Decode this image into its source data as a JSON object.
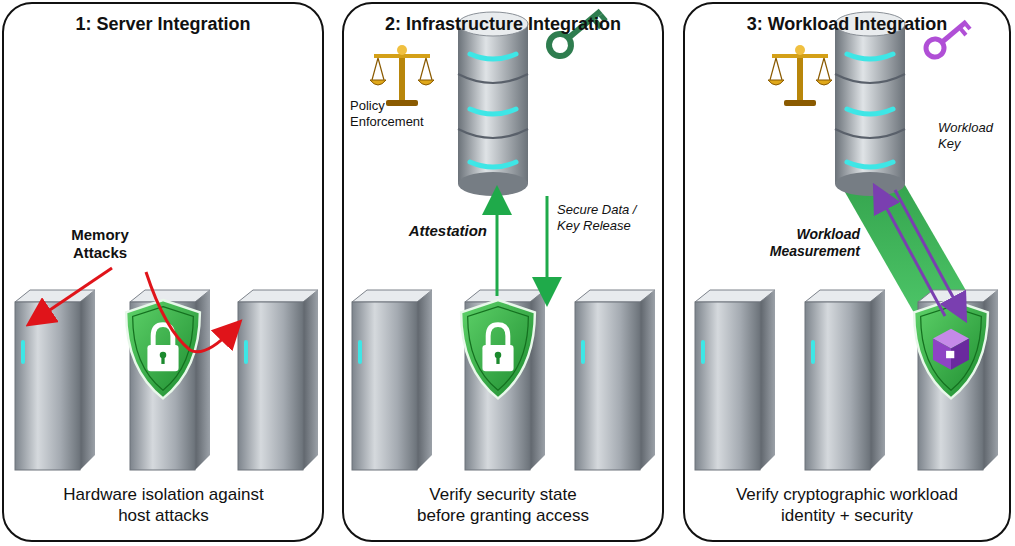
{
  "diagram": {
    "nodes": [
      {
        "text": [
          "1: Server Integration",
          "Hardware isolation against host attacks"
        ]
      },
      {
        "text": [
          "2: Infrastructure Integration",
          "Verify security state before granting access"
        ]
      },
      {
        "text": [
          "3: Workload Integration",
          "Verify cryptographic workload identity + security"
        ]
      }
    ],
    "labels": [
      "Memory Attacks",
      "Policy Enforcement",
      "Attestation",
      "Secure Data / Key Release",
      "Workload Measurement",
      "Workload Key"
    ]
  }
}
